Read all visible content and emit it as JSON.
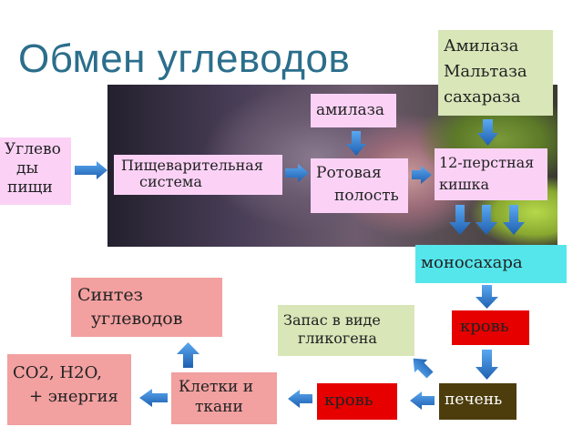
{
  "title": "Обмен углеводов",
  "boxes": {
    "uglevody": [
      "Углево",
      "ды",
      "пищи"
    ],
    "pishchevar": [
      "Пищеварительная",
      "система"
    ],
    "amilaza": "амилаза",
    "rotovaya": [
      "Ротовая",
      "полость"
    ],
    "enzymes": [
      "Амилаза",
      "Мальтаза",
      "сахараза"
    ],
    "duodenum": [
      "12-перстная",
      "кишка"
    ],
    "monosahara": "моносахара",
    "krov1": "кровь",
    "pechen": "печень",
    "krov2": "кровь",
    "kletki": [
      "Клетки и",
      "ткани"
    ],
    "co2": [
      "CO2, H2O,",
      "+ энергия"
    ],
    "sintez": [
      "Синтез",
      "углеводов"
    ],
    "zapas": [
      "Запас в виде",
      "гликогена"
    ]
  },
  "colors": {
    "title": "#2b6e8c",
    "pink": "#fbd2f6",
    "green": "#d8e6b8",
    "salmon": "#f2a0a0",
    "red": "#e60000",
    "cyan": "#55e6ec",
    "olive": "#4d3d0c",
    "arrow": "#2a78c8"
  }
}
